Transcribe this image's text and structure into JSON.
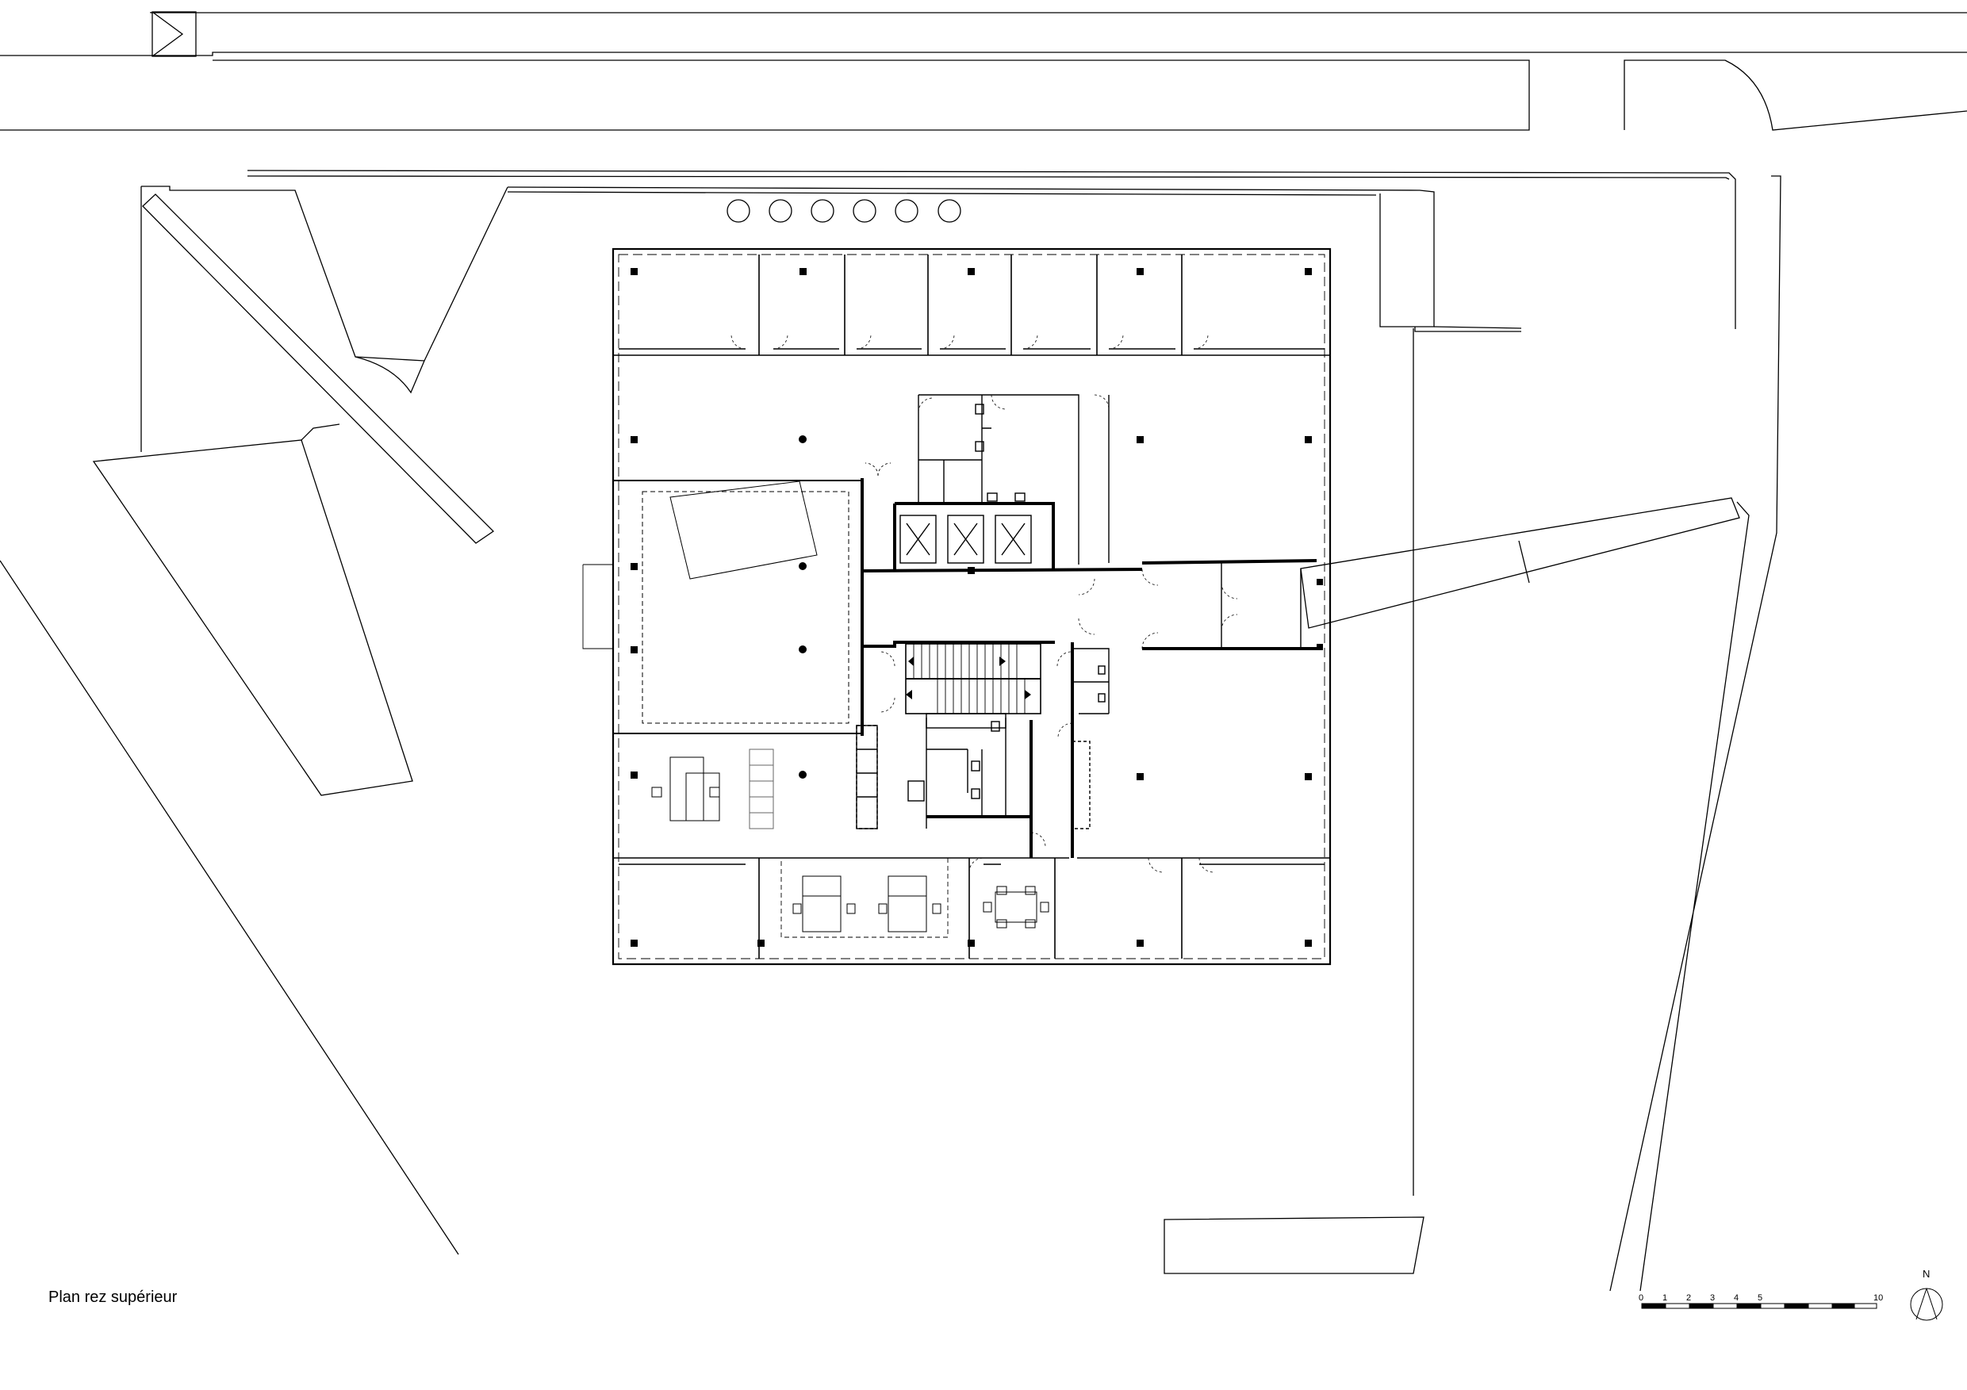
{
  "drawing": {
    "title": "Plan rez supérieur"
  },
  "scale_bar": {
    "ticks": [
      "0",
      "1",
      "2",
      "3",
      "4",
      "5",
      "10"
    ]
  },
  "north_arrow": {
    "label": "N"
  }
}
